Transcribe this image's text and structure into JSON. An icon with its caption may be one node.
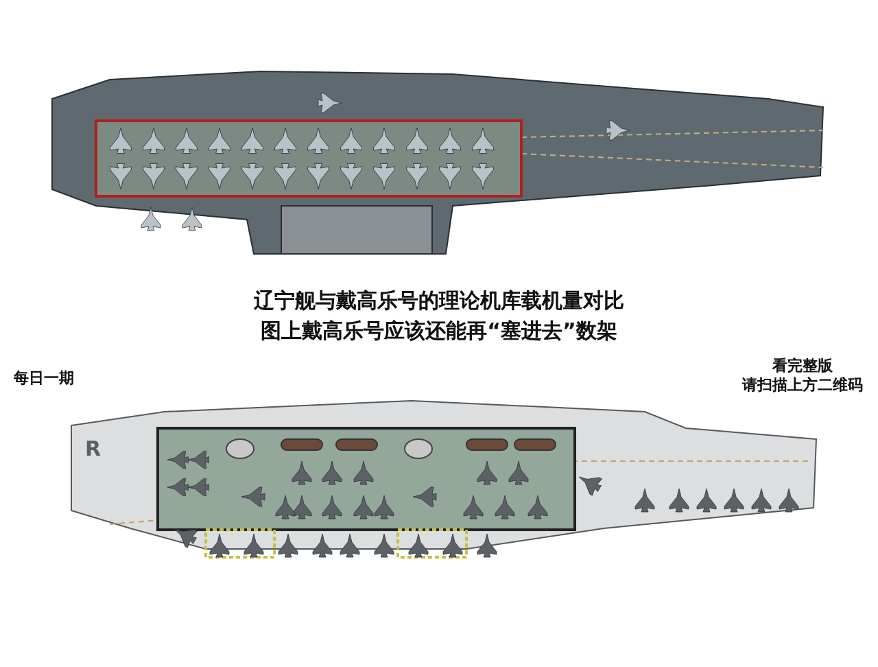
{
  "diagram": {
    "title": "辽宁舰与戴高乐号的理论机库载机量对比",
    "labels": [
      "图上戴高乐号应该还能再“塞进去”数架",
      "每日一期",
      "看完整版",
      "请扫描上方二维码",
      "R"
    ]
  }
}
